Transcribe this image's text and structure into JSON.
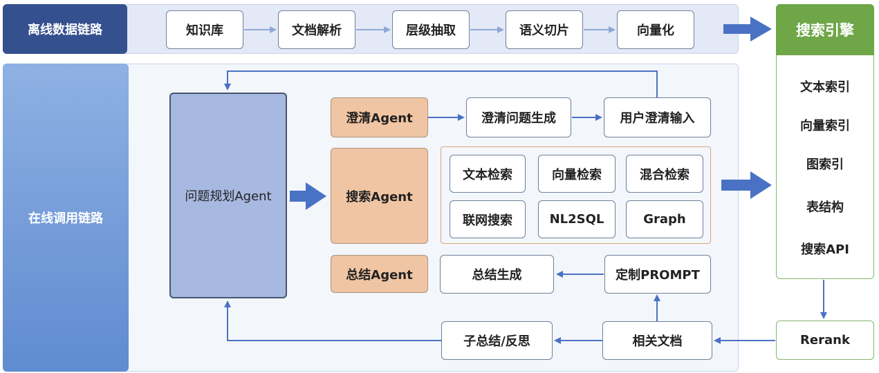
{
  "offline_lane": {
    "label": "离线数据链路",
    "steps": [
      "知识库",
      "文档解析",
      "层级抽取",
      "语义切片",
      "向量化"
    ]
  },
  "online_lane": {
    "label": "在线调用链路",
    "planner": "问题规划Agent",
    "clarify": {
      "agent": "澄清Agent",
      "generate": "澄清问题生成",
      "user_input": "用户澄清输入"
    },
    "search": {
      "agent": "搜索Agent",
      "methods": [
        "文本检索",
        "向量检索",
        "混合检索",
        "联网搜索",
        "NL2SQL",
        "Graph"
      ]
    },
    "summary": {
      "agent": "总结Agent",
      "generate": "总结生成",
      "prompt": "定制PROMPT"
    },
    "related_docs": "相关文档",
    "sub_summary": "子总结/反思"
  },
  "search_engine": {
    "title": "搜索引擎",
    "items": [
      "文本索引",
      "向量索引",
      "图索引",
      "表结构",
      "搜索API"
    ],
    "rerank": "Rerank"
  },
  "colors": {
    "offline_label": "#35508f",
    "agent_fill": "#f0c5a3",
    "planner_fill": "#a7b8e1",
    "engine_head": "#6ea648",
    "arrow": "#4a72c4"
  }
}
